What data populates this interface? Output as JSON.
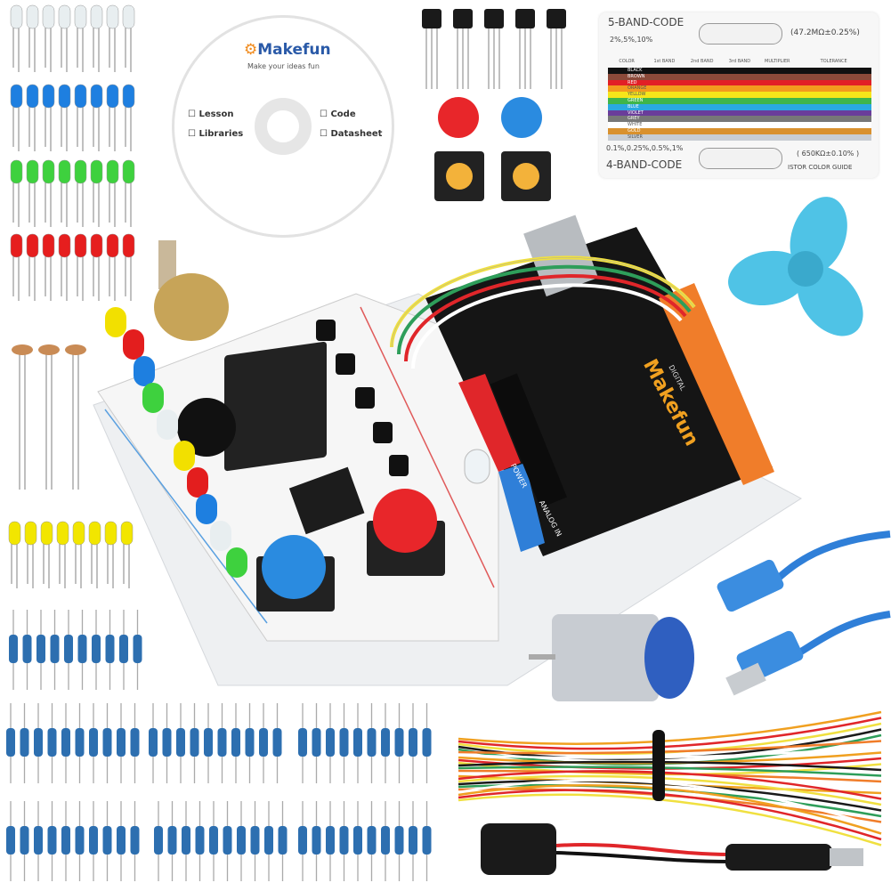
{
  "cd": {
    "brand": "Makefun",
    "tagline": "Make your ideas fun",
    "items": [
      "Lesson",
      "Libraries",
      "Code",
      "Datasheet"
    ]
  },
  "color_card": {
    "five_band_title": "5-BAND-CODE",
    "five_band_tolerance": "2%,5%,10%",
    "five_band_example": "(47.2MΩ±0.25%)",
    "headers": [
      "COLOR",
      "1st BAND",
      "2nd BAND",
      "3rd BAND",
      "MULTIPLIER",
      "TOLERANCE"
    ],
    "rows": [
      {
        "name": "BLACK",
        "color": "#111111"
      },
      {
        "name": "BROWN",
        "color": "#8b4a3a"
      },
      {
        "name": "RED",
        "color": "#e21f26"
      },
      {
        "name": "ORANGE",
        "color": "#f39a1e"
      },
      {
        "name": "YELLOW",
        "color": "#f6e51a"
      },
      {
        "name": "GREEN",
        "color": "#3fb54a"
      },
      {
        "name": "BLUE",
        "color": "#2aa9e0"
      },
      {
        "name": "VIOLET",
        "color": "#6a3d9a"
      },
      {
        "name": "GREY",
        "color": "#777777"
      },
      {
        "name": "WHITE",
        "color": "#ffffff"
      },
      {
        "name": "GOLD",
        "color": "#d9912e"
      },
      {
        "name": "SILVER",
        "color": "#c8cdd3"
      }
    ],
    "four_band_tolerance": "0.1%,0.25%,0.5%,1%",
    "four_band_title": "4-BAND-CODE",
    "four_band_example": "( 650KΩ±0.10% )",
    "guide_label": "ISTOR COLOR GUIDE"
  },
  "board": {
    "brand": "Makefun",
    "digital_label": "DIGITAL",
    "power_label": "POWER",
    "analog_label": "ANALOG IN"
  },
  "led_colors": {
    "clear": "#e8eef0",
    "blue": "#1e7fe0",
    "green": "#3ed13e",
    "red": "#e61e1e",
    "yellow": "#f2e600"
  },
  "accent_colors": {
    "fan": "#4fc3e6",
    "usb_cable": "#2f7fd8",
    "button_red": "#e8262a",
    "button_blue": "#2a8be0"
  }
}
